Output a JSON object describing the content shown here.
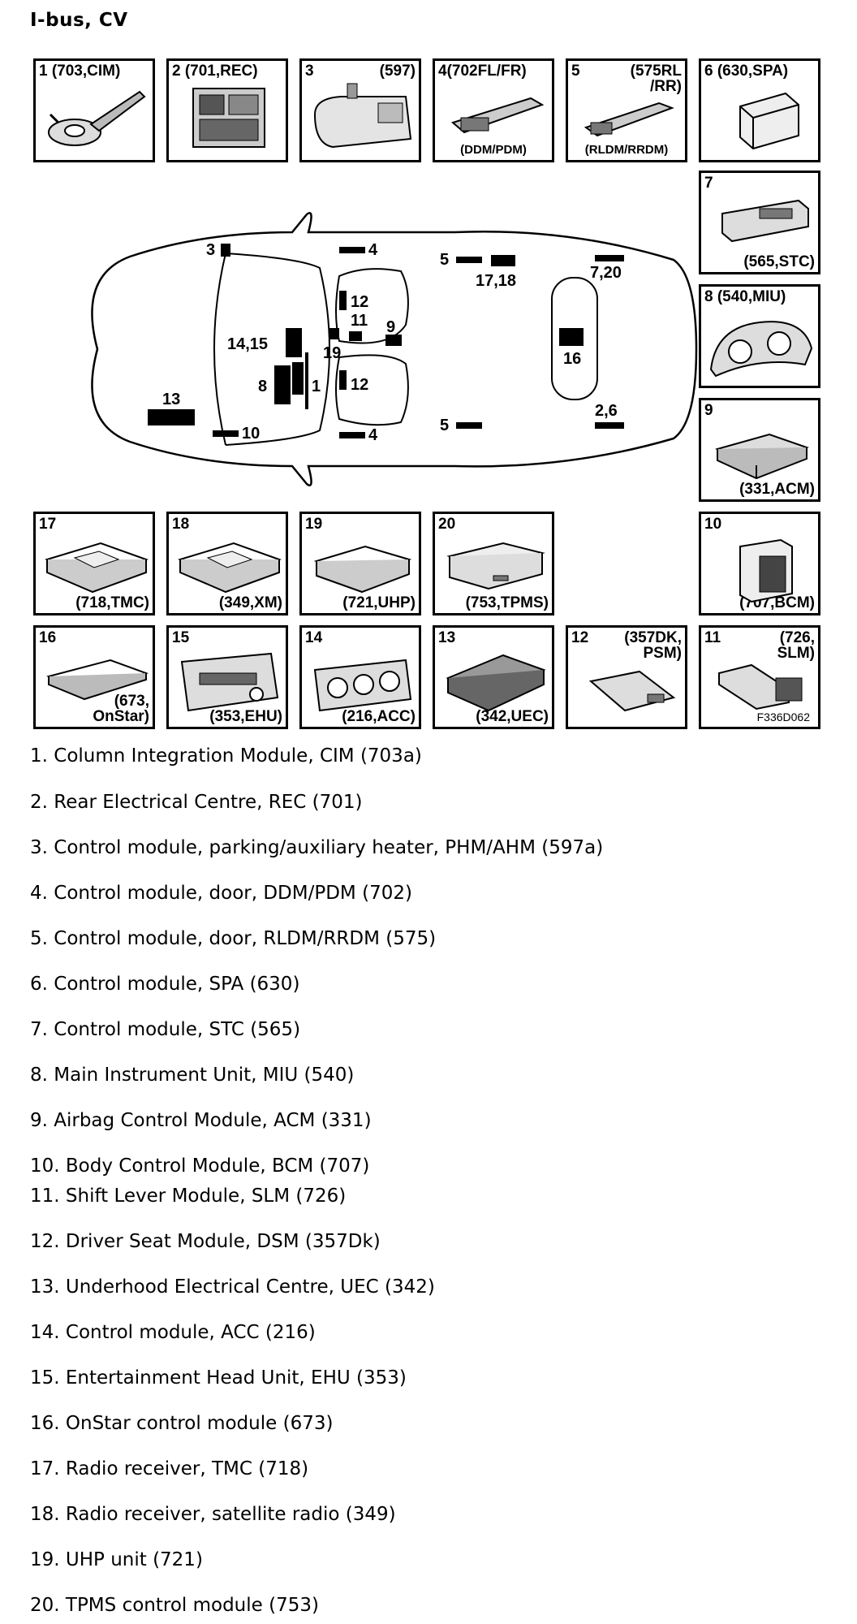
{
  "title": "I-bus, CV",
  "modules": [
    {
      "id": "m1",
      "left": "1 (703,CIM)",
      "right": "",
      "bottom": ""
    },
    {
      "id": "m2",
      "left": "2 (701,REC)",
      "right": "",
      "bottom": ""
    },
    {
      "id": "m3",
      "left": "3",
      "right": "(597)",
      "bottom": ""
    },
    {
      "id": "m4",
      "left": "4(702FL/FR)",
      "right": "",
      "bottom": "(DDM/PDM)"
    },
    {
      "id": "m5",
      "left": "5",
      "right": "(575RL\n/RR)",
      "bottom": "(RLDM/RRDM)"
    },
    {
      "id": "m6",
      "left": "6 (630,SPA)",
      "right": "",
      "bottom": ""
    },
    {
      "id": "m7",
      "left": "7",
      "right": "",
      "bottom": "(565,STC)"
    },
    {
      "id": "m8",
      "left": "8 (540,MIU)",
      "right": "",
      "bottom": ""
    },
    {
      "id": "m9",
      "left": "9",
      "right": "",
      "bottom": "(331,ACM)"
    },
    {
      "id": "m10",
      "left": "10",
      "right": "",
      "bottom": "(707,BCM)"
    },
    {
      "id": "m11",
      "left": "11",
      "right": "(726,\nSLM)",
      "bottom": ""
    },
    {
      "id": "m12",
      "left": "12",
      "right": "(357DK,\nPSM)",
      "bottom": ""
    },
    {
      "id": "m13",
      "left": "13",
      "right": "",
      "bottom": "(342,UEC)"
    },
    {
      "id": "m14",
      "left": "14",
      "right": "",
      "bottom": "(216,ACC)"
    },
    {
      "id": "m15",
      "left": "15",
      "right": "",
      "bottom": "(353,EHU)"
    },
    {
      "id": "m16",
      "left": "16",
      "right": "",
      "bottom": "(673,\nOnStar)"
    },
    {
      "id": "m17",
      "left": "17",
      "right": "",
      "bottom": "(718,TMC)"
    },
    {
      "id": "m18",
      "left": "18",
      "right": "",
      "bottom": "(349,XM)"
    },
    {
      "id": "m19",
      "left": "19",
      "right": "",
      "bottom": "(721,UHP)"
    },
    {
      "id": "m20",
      "left": "20",
      "right": "",
      "bottom": "(753,TPMS)"
    }
  ],
  "figure_code": "F336D062",
  "car_labels": {
    "l3": "3",
    "l4a": "4",
    "l5a": "5",
    "l1718": "17,18",
    "l720": "7,20",
    "l12a": "12",
    "l11": "11",
    "l9": "9",
    "l19": "19",
    "l1415": "14,15",
    "l16": "16",
    "l8": "8",
    "l1": "1",
    "l12b": "12",
    "l13": "13",
    "l10": "10",
    "l4b": "4",
    "l5b": "5",
    "l26": "2,6"
  },
  "legend": [
    "1.  Column Integration Module, CIM (703a)",
    "2.  Rear Electrical Centre, REC (701)",
    "3.  Control module, parking/auxiliary heater, PHM/AHM (597a)",
    "4.  Control module, door, DDM/PDM (702)",
    "5.  Control module, door, RLDM/RRDM (575)",
    "6.  Control module, SPA (630)",
    "7.  Control module, STC (565)",
    "8.  Main Instrument Unit, MIU (540)",
    "9.  Airbag Control Module, ACM (331)",
    "10. Body Control Module, BCM (707)",
    "11. Shift Lever Module, SLM (726)",
    "12. Driver Seat Module, DSM (357Dk)",
    "13. Underhood Electrical Centre, UEC (342)",
    "14. Control module, ACC (216)",
    "15. Entertainment Head Unit, EHU (353)",
    "16. OnStar control module (673)",
    "17. Radio receiver, TMC (718)",
    "18. Radio receiver, satellite radio (349)",
    "19. UHP unit (721)",
    "20. TPMS control module (753)"
  ]
}
